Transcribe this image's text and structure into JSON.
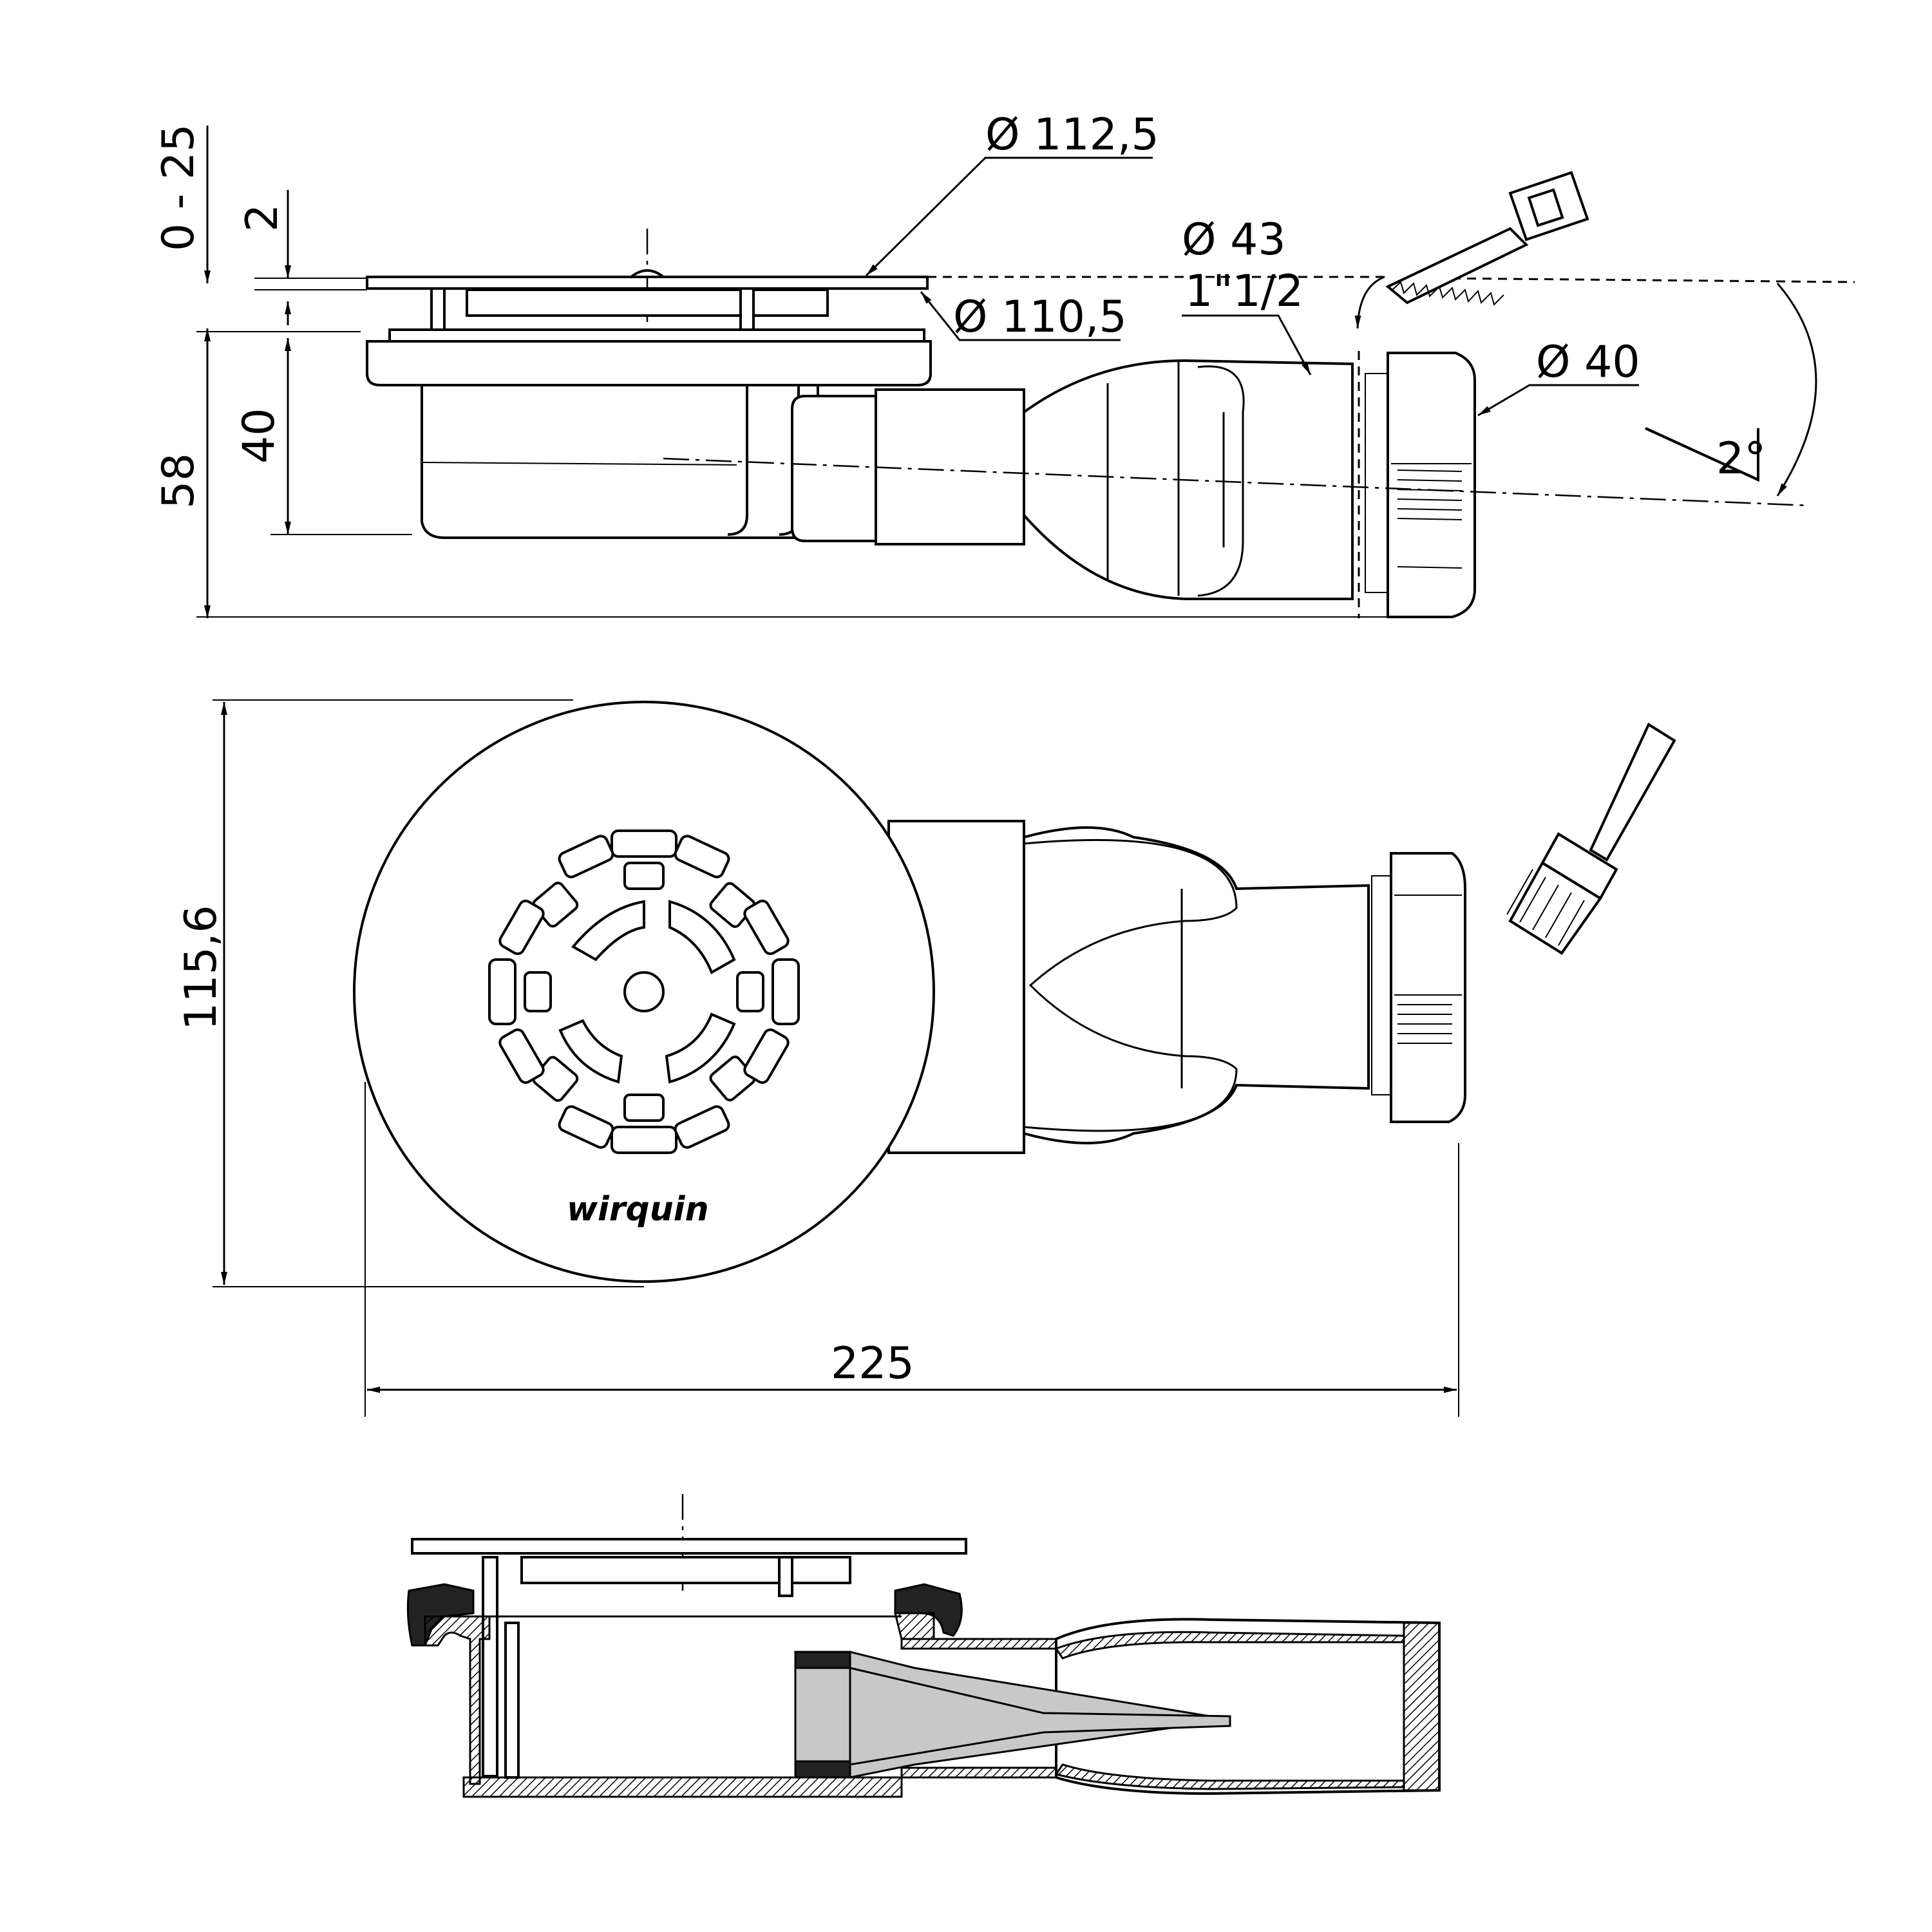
{
  "dimensions": {
    "height_range": "0 - 25",
    "grate_thickness": "2",
    "grate_diameter": "Ø 112,5",
    "body_diameter": "Ø 110,5",
    "outlet_diameter": "Ø 43",
    "thread_size": "1\"1/2",
    "nut_diameter": "Ø 40",
    "slope": "2°",
    "body_height": "40",
    "total_height": "58",
    "width": "115,6",
    "length": "225"
  },
  "logo": "wirquin",
  "icons": [
    "saw-icon",
    "brush-icon",
    "rotate-arrow-icon"
  ]
}
